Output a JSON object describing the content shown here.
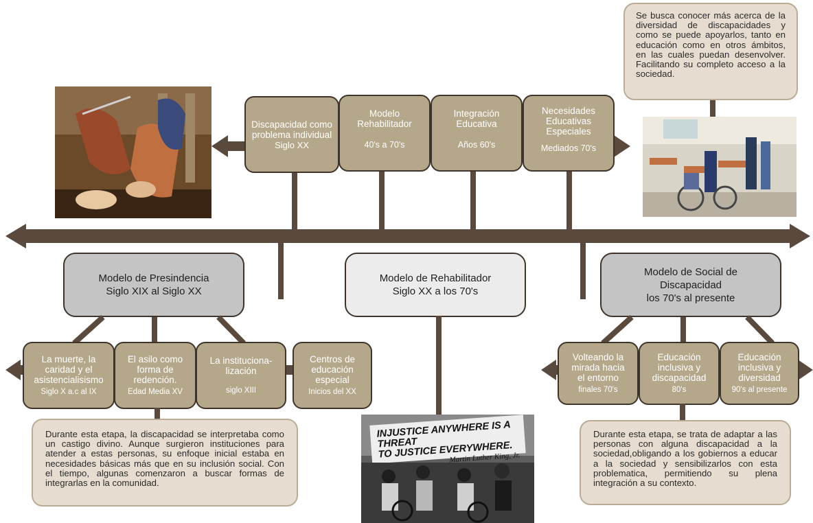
{
  "top_boxes": [
    {
      "title": "Discapacidad como problema individual",
      "sub": "Siglo XX"
    },
    {
      "title": "Modelo Rehabilitador",
      "sub": "40's a 70's"
    },
    {
      "title": "Integración Educativa",
      "sub": "Años 60's"
    },
    {
      "title": "Necesidades Educativas Especiales",
      "sub": "Mediados 70's"
    }
  ],
  "top_note": "Se busca conocer más acerca de la diversidad de discapacidades y como se puede apoyarlos, tanto en educación como en otros ámbitos, en las cuales puedan desenvolver. Facilitando su completo acceso a la sociedad.",
  "models": [
    {
      "title": "Modelo de Presindencia",
      "sub": "Siglo  XIX  al Siglo XX"
    },
    {
      "title": "Modelo de Rehabilitador",
      "sub": "Siglo  XX  a los 70's"
    },
    {
      "title": "Modelo de Social de Discapacidad",
      "sub": "los 70's al presente"
    }
  ],
  "left_boxes": [
    {
      "title": "La muerte, la caridad y el asistencialisismo",
      "sub": "Siglo X a.c al IX"
    },
    {
      "title": "El asilo como forma de redención.",
      "sub": "Edad Media XV"
    },
    {
      "title": "La instituciona-lización",
      "sub": "siglo XIII"
    },
    {
      "title": "Centros de educación especial",
      "sub": "Inicios del XX"
    }
  ],
  "right_boxes": [
    {
      "title": "Volteando la mirada hacia el entorno",
      "sub": "finales 70's"
    },
    {
      "title": "Educación inclusiva y discapacidad",
      "sub": "80's"
    },
    {
      "title": "Educación inclusiva y diversidad",
      "sub": "90's al presente"
    }
  ],
  "left_note": "Durante esta etapa, la discapacidad se interpretaba como un castigo divino. Aunque surgieron instituciones para atender a estas personas, su enfoque inicial estaba en necesidades básicas más que en su inclusión social. Con el tiempo, algunas comenzaron a buscar formas de integrarlas en la comunidad.",
  "right_note": "Durante esta etapa, se trata de adaptar a las personas con alguna discapacidad a la sociedad,obligando a los gobiernos a educar a la sociedad y sensibilizarlos con esta problematica, permitiendo su plena integración a su contexto.",
  "banner_line1": "INJUSTICE ANYWHERE IS A THREAT",
  "banner_line2": "TO JUSTICE EVERYWHERE.",
  "banner_sig": "Martin Luther King, Jr.",
  "colors": {
    "tan": "#b5a88a",
    "bar": "#5a4a3e",
    "grey": "#c4c4c4",
    "light_grey": "#ececec",
    "note": "#e6ddd0"
  }
}
